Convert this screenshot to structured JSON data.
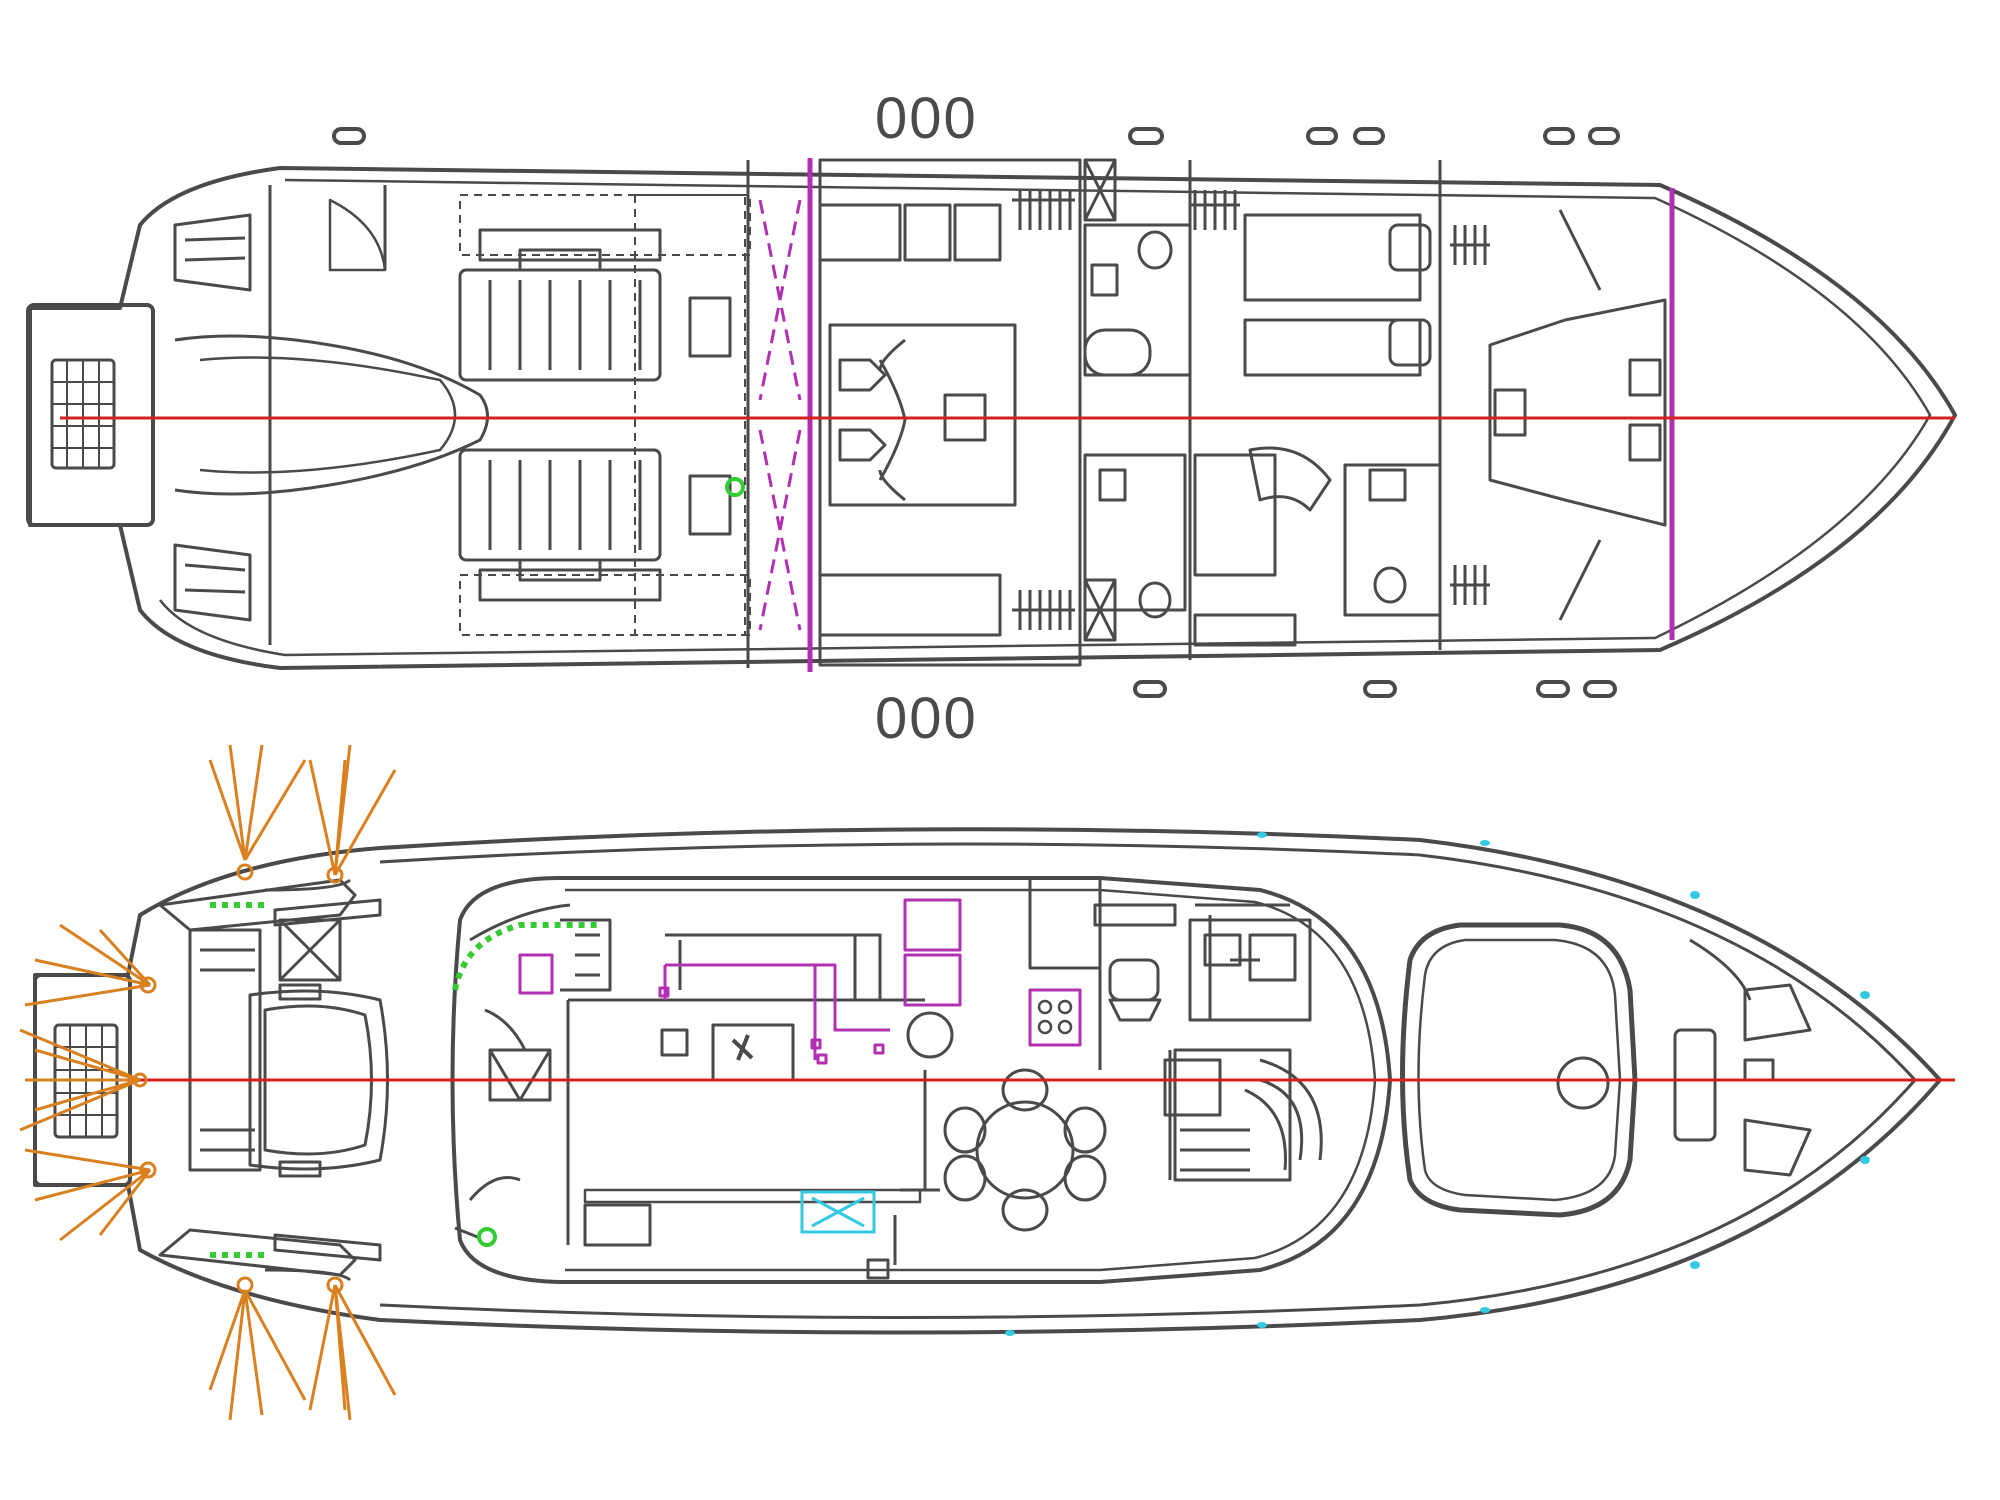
{
  "colors": {
    "line": "#4a4a4a",
    "centerline": "#d42020",
    "bulkhead": "#b030b0",
    "lighting": "#d98020",
    "led": "#33cc33",
    "deck_light": "#33c9e0",
    "background": "#ffffff"
  },
  "views": [
    {
      "id": "lower-deck-plan",
      "description_hidden": ""
    },
    {
      "id": "main-deck-plan",
      "description_hidden": ""
    }
  ],
  "fenders_top": "000",
  "fenders_bottom": "000"
}
